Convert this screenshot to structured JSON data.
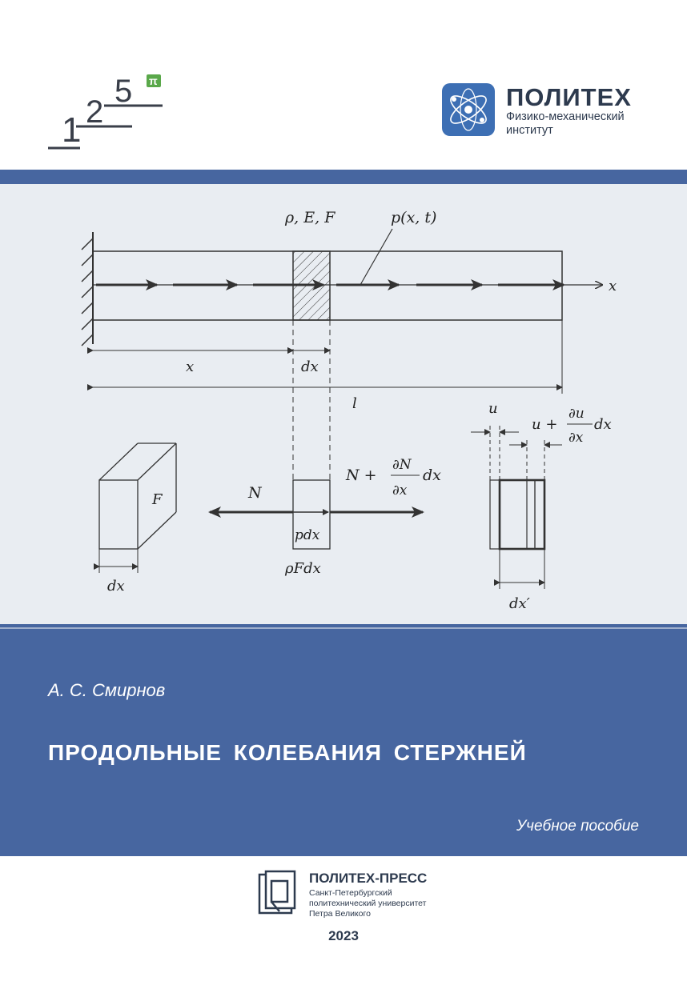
{
  "anniversary": {
    "digit_1": "1",
    "digit_2": "2",
    "digit_3": "5",
    "badge": "π"
  },
  "publisher_logo": {
    "name": "ПОЛИТЕХ",
    "subtitle_line1": "Физико-механический",
    "subtitle_line2": "институт"
  },
  "figure": {
    "label_params": "ρ, E, F",
    "label_load": "p(x, t)",
    "label_axis": "x",
    "label_x": "x",
    "label_dx_top": "dx",
    "label_length": "l",
    "label_area": "F",
    "label_dx_block": "dx",
    "label_N": "N",
    "label_N_plus": "N +",
    "label_dN": "∂N",
    "label_dx_frac1": "∂x",
    "label_dx_term1": "dx",
    "label_pdx": "pdx",
    "label_rhoFdx": "ρFdx",
    "label_u": "u",
    "label_u_plus": "u +",
    "label_du": "∂u",
    "label_dx_frac2": "∂x",
    "label_dx_term2": "dx",
    "label_dx_prime": "dx′"
  },
  "author": "А. С. Смирнов",
  "title": "ПРОДОЛЬНЫЕ  КОЛЕБАНИЯ  СТЕРЖНЕЙ",
  "doc_type": "Учебное пособие",
  "press": {
    "name": "ПОЛИТЕХ-ПРЕСС",
    "line1": "Санкт-Петербургский",
    "line2": "политехнический университет",
    "line3": "Петра Великого"
  },
  "year": "2023",
  "colors": {
    "cover_blue": "#4766a0",
    "panel_gray": "#e9edf2",
    "brand_dark": "#2d3a4e",
    "logo_blue": "#3d6fb4"
  }
}
